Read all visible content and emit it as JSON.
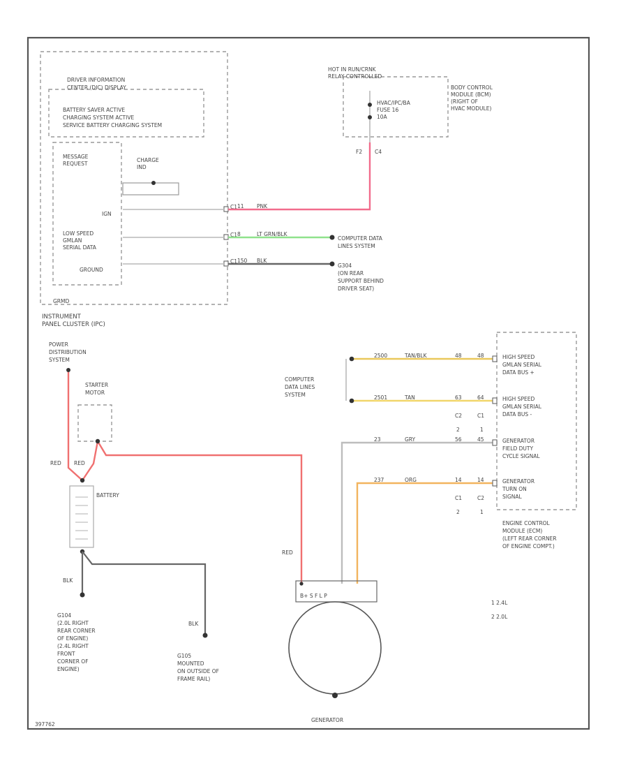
{
  "colors": {
    "pnk": "#f26c8c",
    "red": "#f07070",
    "lt_grn": "#8fe28c",
    "blk": "#666666",
    "tan": "#f1d66a",
    "tan_blk": "#e9c85b",
    "orn": "#f2b45e",
    "gry": "#bdbdbd"
  },
  "ipc": {
    "label": "INSTRUMENT\nPANEL CLUSTER (IPC)",
    "dic_label": "DRIVER INFORMATION\nCENTER (DIC) DISPLAY",
    "battery_saver_label": "BATTERY SAVER ACTIVE\nCHARGING SYSTEM ACTIVE\nSERVICE BATTERY CHARGING SYSTEM",
    "message_request": "MESSAGE\nREQUEST",
    "charge_ind": "CHARGE\nIND",
    "ign": "IGN",
    "serial_data": "LOW SPEED\nGMLAN\nSERIAL DATA",
    "ground": "GROUND",
    "pins": [
      "C1",
      "C1",
      "C1"
    ],
    "small_note": "GRMD"
  },
  "rcrm": {
    "label": "HOT IN RUN/CRNK\nRELAY CONTROLLED",
    "fuse": "HVAC/IPC/BA\nFUSE 16\n10A",
    "bcm_label": "BODY CONTROL\nMODULE (BCM)\n(RIGHT OF\nHVAC MODULE)",
    "pins": [
      "F2",
      "C4"
    ]
  },
  "wires_top": {
    "ign": {
      "circuit": "11",
      "color": "PNK"
    },
    "data": {
      "circuit": "8",
      "color": "LT GRN/BLK"
    },
    "ground": {
      "circuit": "150",
      "color": "BLK"
    }
  },
  "destinations_top": {
    "computer_data": "COMPUTER DATA\nLINES SYSTEM",
    "g304": "G304\n(ON REAR\nSUPPORT BEHIND\nDRIVER SEAT)"
  },
  "power": {
    "label": "POWER\nDISTRIBUTION\nSYSTEM",
    "starter_motor": "STARTER\nMOTOR",
    "battery": "BATTERY",
    "red1": "RED",
    "red2": "RED",
    "red3": "RED",
    "blk1": "BLK",
    "blk2": "BLK",
    "g104": "G104\n(2.0L RIGHT\nREAR CORNER\nOF ENGINE)\n(2.4L RIGHT\nFRONT\nCORNER OF\nENGINE)",
    "g105": "G105\nMOUNTED\nON OUTSIDE OF\nFRAME RAIL)"
  },
  "ecm": {
    "computer_data": "COMPUTER\nDATA LINES\nSYSTEM",
    "label": "ENGINE CONTROL\nMODULE (ECM)\n(LEFT REAR CORNER\nOF ENGINE COMPT.)",
    "rows": [
      {
        "name": "HIGH SPEED\nGMLAN SERIAL\nDATA BUS +",
        "circuit": "2500",
        "color": "TAN/BLK",
        "pin1": "48",
        "pin2": "48"
      },
      {
        "name": "HIGH SPEED\nGMLAN SERIAL\nDATA BUS -",
        "circuit": "2501",
        "color": "TAN",
        "pin1": "63",
        "pin2": "64"
      },
      {
        "name": "GENERATOR\nFIELD DUTY\nCYCLE SIGNAL",
        "circuit": "23",
        "color": "GRY",
        "pin1": "56",
        "pin2": "45"
      },
      {
        "name": "GENERATOR\nTURN ON\nSIGNAL",
        "circuit": "237",
        "color": "ORG",
        "pin1": "14",
        "pin2": "14"
      }
    ],
    "conn_top": [
      "C2",
      "C1"
    ],
    "conn_top_nums": [
      "2",
      "1"
    ],
    "conn_bot": [
      "C1",
      "C2"
    ],
    "conn_bot_nums": [
      "2",
      "1"
    ]
  },
  "generator": {
    "label": "GENERATOR",
    "terminals": "B+   S   F   L   P"
  },
  "legend": {
    "items": [
      "1  2.4L",
      "2  2.0L"
    ]
  },
  "footer_code": "397762"
}
